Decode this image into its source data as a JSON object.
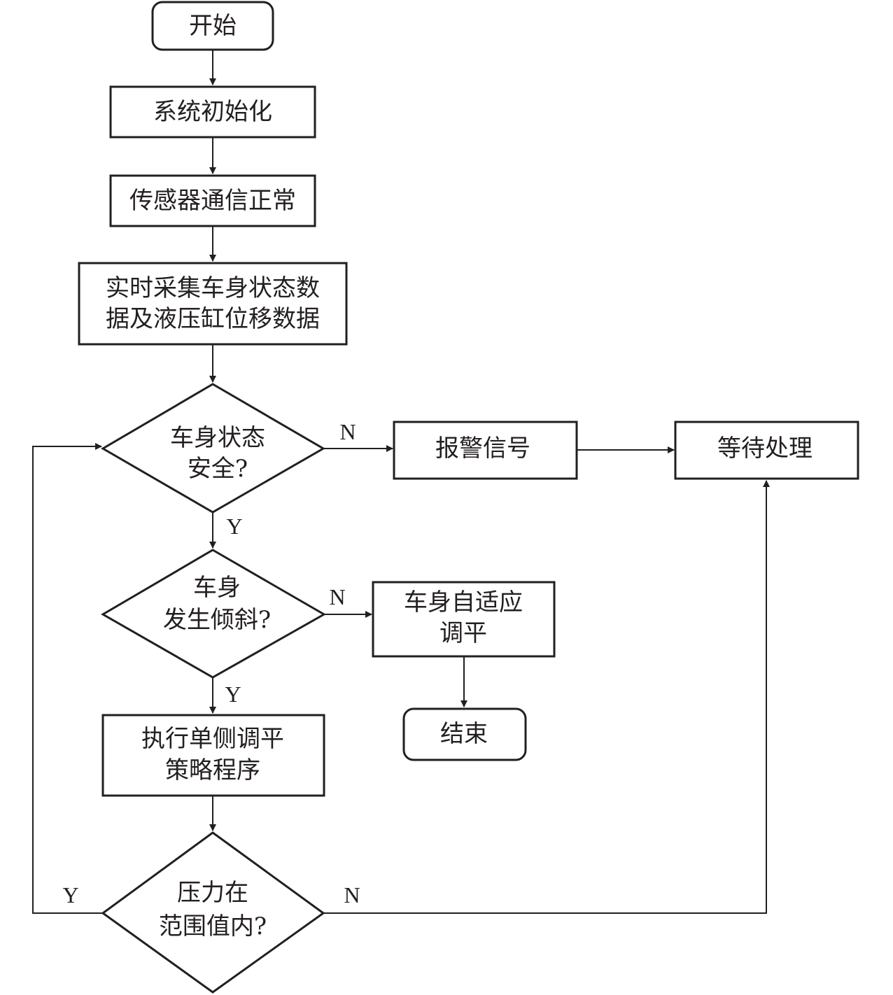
{
  "flowchart": {
    "start": "开始",
    "init": "系统初始化",
    "sensor": "传感器通信正常",
    "collect": [
      "实时采集车身状态数",
      "据及液压缸位移数据"
    ],
    "safe_decision": [
      "车身状态",
      "安全?"
    ],
    "alarm": "报警信号",
    "wait": "等待处理",
    "tilt_decision": [
      "车身",
      "发生倾斜?"
    ],
    "adaptive": [
      "车身自适应",
      "调平"
    ],
    "end": "结束",
    "single_side": [
      "执行单侧调平",
      "策略程序"
    ],
    "pressure_decision": [
      "压力在",
      "范围值内?"
    ],
    "label_yes": "Y",
    "label_no": "N"
  },
  "colors": {
    "line": "#231f20",
    "background": "#ffffff"
  }
}
